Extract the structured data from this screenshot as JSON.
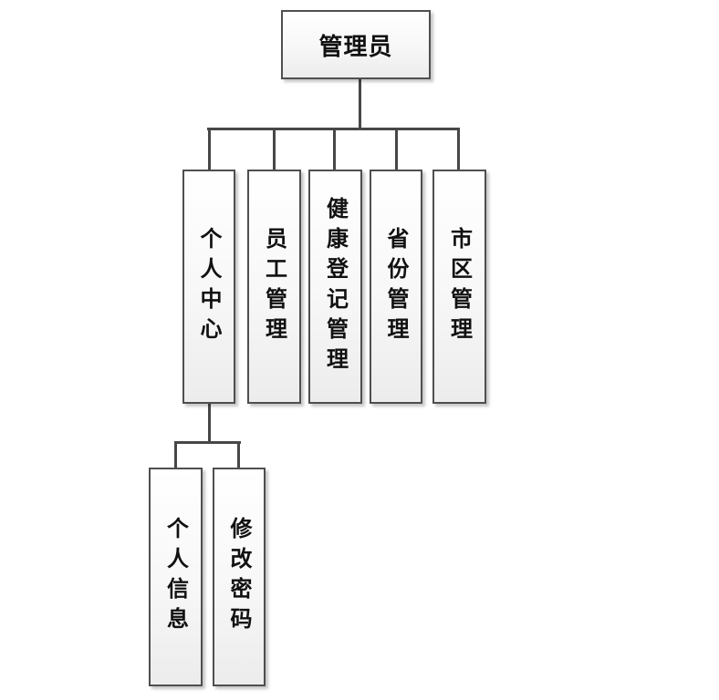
{
  "diagram": {
    "type": "org-tree",
    "background": "#ffffff",
    "colors": {
      "box_border": "#4f4f4f",
      "box_fill_top": "#ffffff",
      "box_fill_bottom": "#ececec",
      "connector": "#474747",
      "text": "#111111"
    }
  },
  "nodes": {
    "root": {
      "label": "管理员"
    },
    "children": [
      {
        "label": "个人中心"
      },
      {
        "label": "员工管理"
      },
      {
        "label": "健康登记管理"
      },
      {
        "label": "省份管理"
      },
      {
        "label": "市区管理"
      }
    ],
    "personal_center_children": [
      {
        "label": "个人信息"
      },
      {
        "label": "修改密码"
      }
    ]
  }
}
